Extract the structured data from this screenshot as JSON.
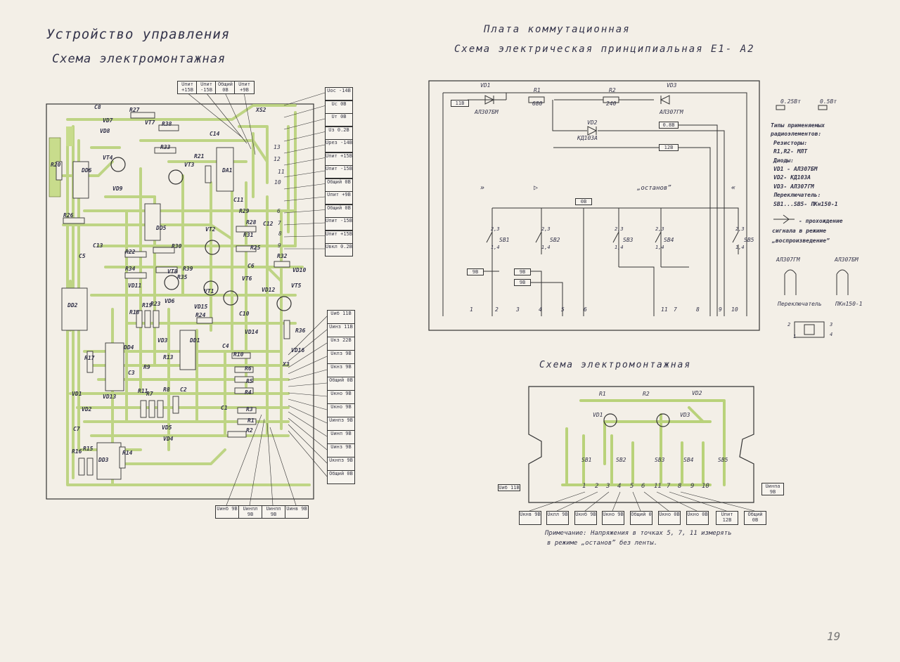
{
  "left": {
    "title": "Устройство управления",
    "subtitle": "Схема электромонтажная",
    "top_connectors": [
      "Uпит +15В",
      "Uпит -15В",
      "Общий 0В",
      "Uпит +9В"
    ],
    "right_connectors_top": [
      "Uос -14В",
      "Uc 0В",
      "Uт 0В",
      "Uз 0.2В",
      "Uрез -14В",
      "Uпит +15В",
      "Uпит -15В",
      "Общий 0В",
      "Uпит +9В",
      "Общий 0В",
      "Uпит -15В",
      "Uпит +15В",
      "Uвкл 0.2В"
    ],
    "right_connectors_bottom": [
      "Uиб 11В",
      "Uинз 11В",
      "Uкз 22В",
      "Uкпз 9В",
      "Uкнз 9В",
      "Общий 0В",
      "Uкно 9В",
      "Uкно 9В",
      "Uинпз 9В",
      "Uинп 9В",
      "Uинз 9В",
      "Uкнпз 9В",
      "Общий 0В"
    ],
    "bottom_connectors": [
      "Uинб 9В",
      "Uинпл 9В",
      "Uинпп 9В",
      "Uинв 9В"
    ],
    "components": [
      "C8",
      "R27",
      "VD7",
      "VT7",
      "R38",
      "VD8",
      "R33",
      "C14",
      "XS2",
      "R20",
      "DD6",
      "VT4",
      "VT3",
      "R21",
      "DA1",
      "VD9",
      "C11",
      "R29",
      "R26",
      "R28",
      "C12",
      "DD5",
      "R31",
      "VT2",
      "C5",
      "C13",
      "R22",
      "R30",
      "R25",
      "R32",
      "R34",
      "VT8",
      "R39",
      "C6",
      "VD10",
      "VD11",
      "R35",
      "VT1",
      "VT6",
      "VD12",
      "VT5",
      "DD2",
      "R18",
      "R19",
      "R23",
      "VD6",
      "VD15",
      "R24",
      "C10",
      "R36",
      "VD14",
      "C4",
      "R10",
      "VD3",
      "DD4",
      "VD16",
      "R17",
      "R13",
      "DD1",
      "X3",
      "C3",
      "R9",
      "R6",
      "R5",
      "VD1",
      "VD13",
      "R11",
      "R7",
      "R8",
      "C2",
      "R4",
      "VD2",
      "C1",
      "R3",
      "R1",
      "C7",
      "VD5",
      "R2",
      "R16",
      "R15",
      "DD3",
      "R14",
      "VD4"
    ],
    "pins": [
      "13",
      "12",
      "11",
      "10",
      "6",
      "7",
      "8",
      "9"
    ]
  },
  "right": {
    "title": "Плата коммутационная",
    "subtitle": "Схема электрическая принципиальная Е1- А2",
    "schematic": {
      "vd1": "VD1",
      "vd1_type": "АЛ307БМ",
      "r1": "R1",
      "r1_val": "680",
      "r2": "R2",
      "r2_val": "240",
      "vd3": "VD3",
      "vd3_type": "АЛ307ГМ",
      "vd2": "VD2",
      "vd2_type": "КД103А",
      "v11": "11В",
      "v08": "0.8В",
      "v12": "12В",
      "v0": "0В",
      "v9a": "9В",
      "v9b": "9В",
      "v9c": "9В",
      "mode_ff": "»",
      "mode_play": "▷",
      "mode_stop": "„останов”",
      "mode_rew": "«",
      "switches": [
        "SB1",
        "SB2",
        "SB3",
        "SB4",
        "SB5"
      ],
      "sw_pins_top": "2,3",
      "sw_pins_bot": "1,4",
      "bottom_pins": [
        "1",
        "2",
        "3",
        "4",
        "5",
        "6",
        "11",
        "7",
        "8",
        "9",
        "10"
      ]
    },
    "legend": {
      "res1": "0.25Вт",
      "res2": "0.5Вт",
      "lines": [
        "Типы применяемых",
        "радиоэлементов:",
        "Резисторы:",
        "R1,R2- МЛТ",
        "Диоды:",
        "VD1  -   АЛ307БМ",
        "VD2- КД103А",
        "VD3- АЛ307ГМ",
        "Переключатель:",
        "SB1...SB5- ПКн150-1"
      ],
      "signal_note": [
        "- прохождение",
        "сигнала в режиме",
        "„воспроизведение”"
      ],
      "led1": "АЛ307ГМ",
      "led2": "АЛ307БМ",
      "switch_label": "Переключатель",
      "switch_type": "ПКн150-1",
      "sw_pins": [
        "2",
        "3",
        "1",
        "4"
      ]
    },
    "mount": {
      "title": "Схема электромонтажная",
      "labels": [
        "R1",
        "R2",
        "VD2",
        "VD1",
        "VD3",
        "SB1",
        "SB2",
        "SB3",
        "SB4",
        "SB5"
      ],
      "pins": [
        "1",
        "2",
        "3",
        "4",
        "5",
        "6",
        "11",
        "7",
        "8",
        "9",
        "10"
      ],
      "side_left": "Uиб 11В",
      "side_right": "Uинпа 9В",
      "bottom_boxes": [
        "Uкнв 9В",
        "Uкпл 9В",
        "Uкнб 9В",
        "Uкно 9В",
        "Общий 0",
        "Uкно 0В",
        "Uкно 0В",
        "Uпит 12В",
        "Общий 0В"
      ],
      "note1": "Примечание: Напряжения  в   точках 5, 7, 11  измерять",
      "note2": "в режиме  „останов”   без  ленты."
    }
  },
  "page_number": "19"
}
